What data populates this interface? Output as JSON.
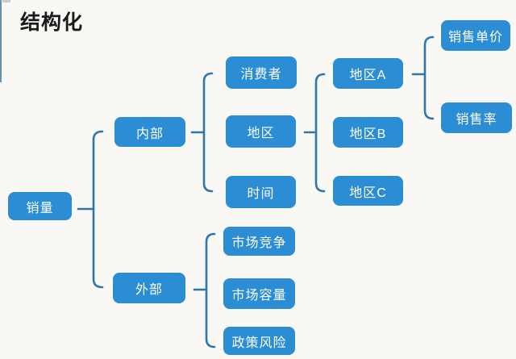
{
  "page": {
    "title": "结构化"
  },
  "colors": {
    "background": "#f9f8f5",
    "node_fill": "#2b8dd3",
    "node_text": "#ffffff",
    "connector": "#2f76ad",
    "title": "#1a1a1a"
  },
  "tree": {
    "label": "销量",
    "children": [
      {
        "label": "内部",
        "children": [
          {
            "label": "消费者"
          },
          {
            "label": "地区",
            "children": [
              {
                "label": "地区A",
                "children": [
                  {
                    "label": "销售单价"
                  },
                  {
                    "label": "销售率"
                  }
                ]
              },
              {
                "label": "地区B"
              },
              {
                "label": "地区C"
              }
            ]
          },
          {
            "label": "时间"
          }
        ]
      },
      {
        "label": "外部",
        "children": [
          {
            "label": "市场竞争"
          },
          {
            "label": "市场容量"
          },
          {
            "label": "政策风险"
          }
        ]
      }
    ]
  }
}
